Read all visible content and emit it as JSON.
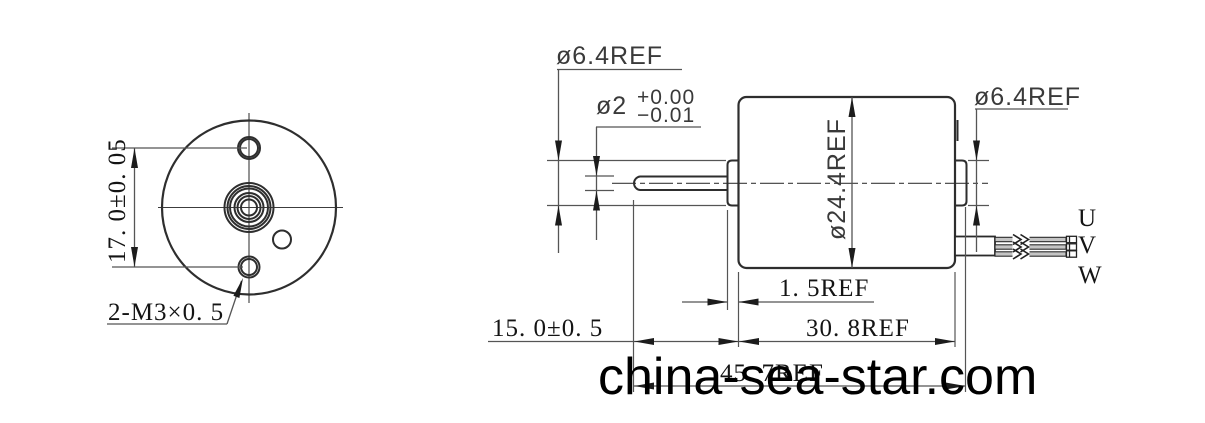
{
  "drawing": {
    "title_hint": "brushless motor outline drawing",
    "colors": {
      "background": "#ffffff",
      "line": "#2e2e2e",
      "dimension": "#555555",
      "watermark": "#000000"
    },
    "watermark": "china-sea-star.com",
    "front_view": {
      "hole_spacing_dim": "17. 0±0. 05",
      "thread_callout": "2-M3×0. 5"
    },
    "side_view": {
      "front_boss_dia": "ø6.4REF",
      "shaft_dia": "ø2",
      "shaft_tol_upper": "+0.00",
      "shaft_tol_lower": "−0.01",
      "body_dia": "ø24.4REF",
      "rear_boss_dia": "ø6.4REF",
      "boss_length": "1. 5REF",
      "shaft_length": "15. 0±0. 5",
      "body_length": "30. 8REF",
      "total_length": "45. 7REF",
      "wire_labels": [
        "U",
        "V",
        "W"
      ]
    }
  }
}
